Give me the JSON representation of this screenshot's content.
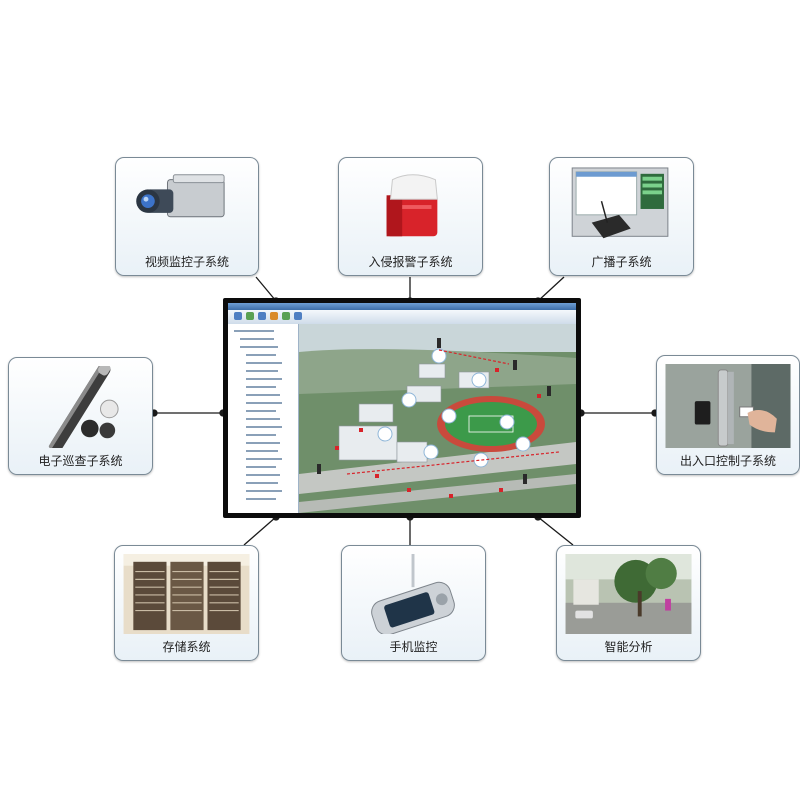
{
  "diagram": {
    "center": {
      "name": "central-monitoring-software"
    },
    "nodes": [
      {
        "id": "video",
        "label": "视频监控子系统",
        "icon": "cctv-camera-icon"
      },
      {
        "id": "intrusion",
        "label": "入侵报警子系统",
        "icon": "alarm-siren-icon"
      },
      {
        "id": "broadcast",
        "label": "广播子系统",
        "icon": "broadcast-console-icon"
      },
      {
        "id": "patrol",
        "label": "电子巡查子系统",
        "icon": "patrol-wand-icon"
      },
      {
        "id": "access",
        "label": "出入口控制子系统",
        "icon": "access-card-reader-icon"
      },
      {
        "id": "storage",
        "label": "存储系统",
        "icon": "storage-rack-icon"
      },
      {
        "id": "mobile",
        "label": "手机监控",
        "icon": "handheld-device-icon"
      },
      {
        "id": "analysis",
        "label": "智能分析",
        "icon": "street-scene-icon"
      }
    ],
    "colors": {
      "connector": "#1a1a1a",
      "node_border": "#7a8a96",
      "alert_red": "#d8232a"
    }
  }
}
